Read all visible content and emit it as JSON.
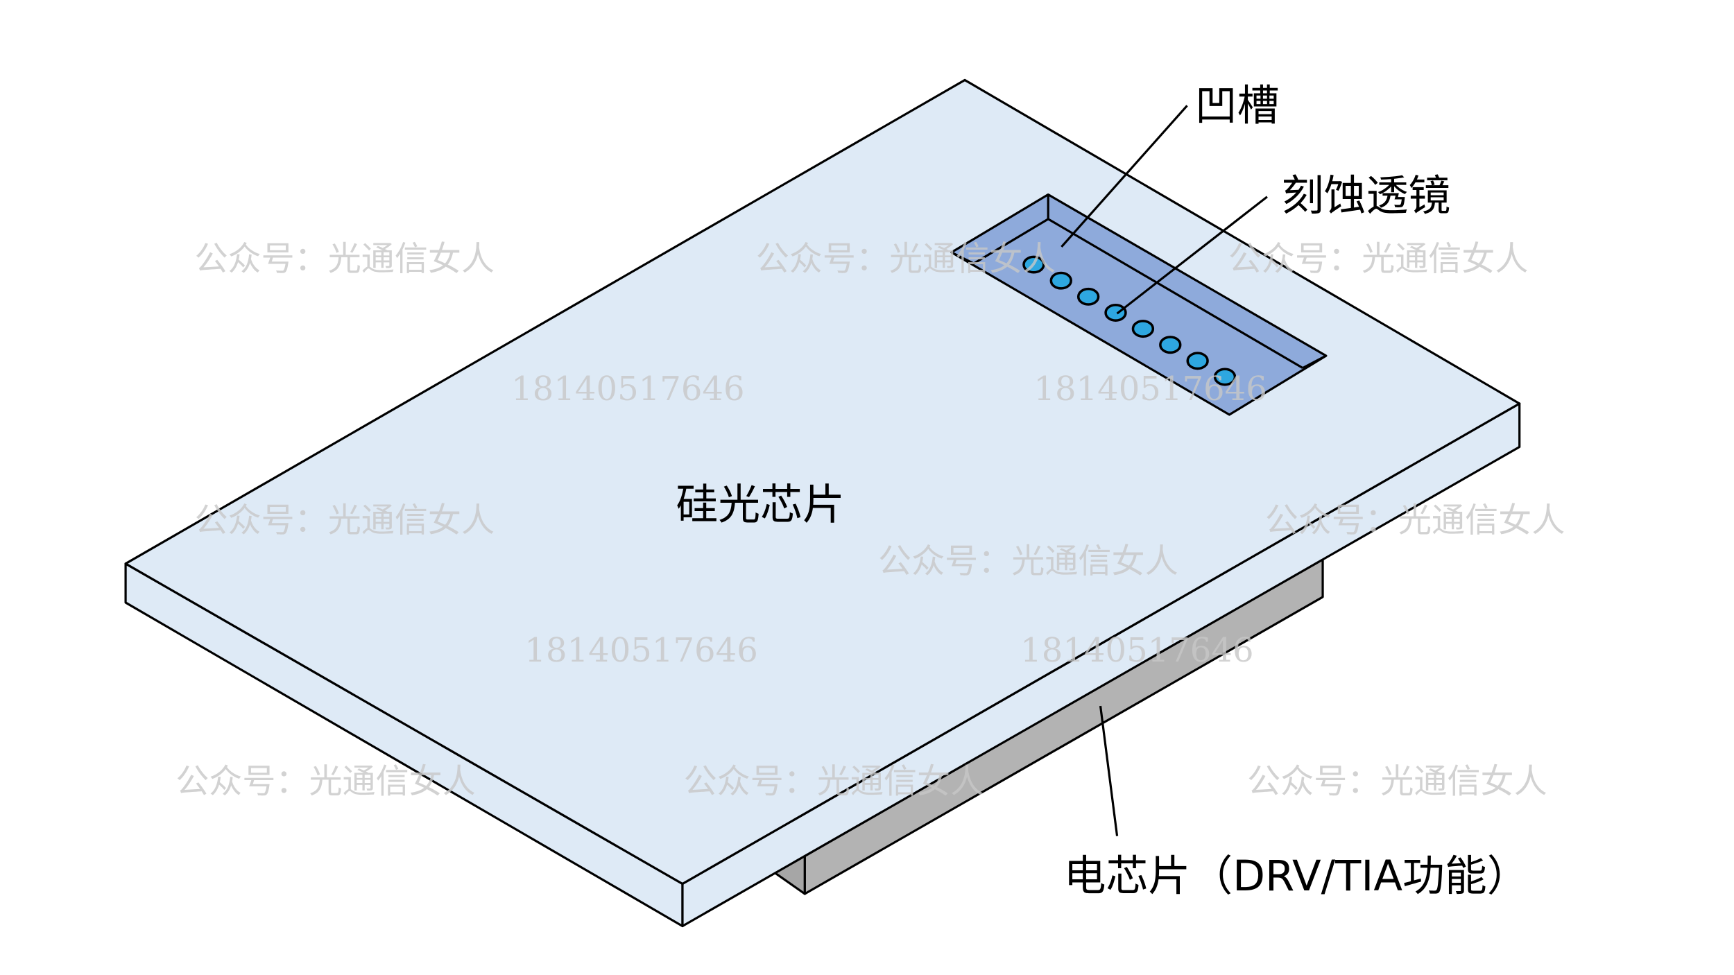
{
  "labels": {
    "groove": "凹槽",
    "etched_lens": "刻蚀透镜",
    "silicon_photonic_chip": "硅光芯片",
    "electrical_chip": "电芯片（DRV/TIA功能）"
  },
  "watermarks": {
    "account": "公众号：光通信女人",
    "phone": "18140517646"
  },
  "lens_count": 8,
  "colors": {
    "slab": "#deeaf6",
    "groove": "#8eaadb",
    "lens": "#2ea7e0",
    "electrical_chip": "#b3b3b3",
    "watermark": "#c8c8c8"
  }
}
